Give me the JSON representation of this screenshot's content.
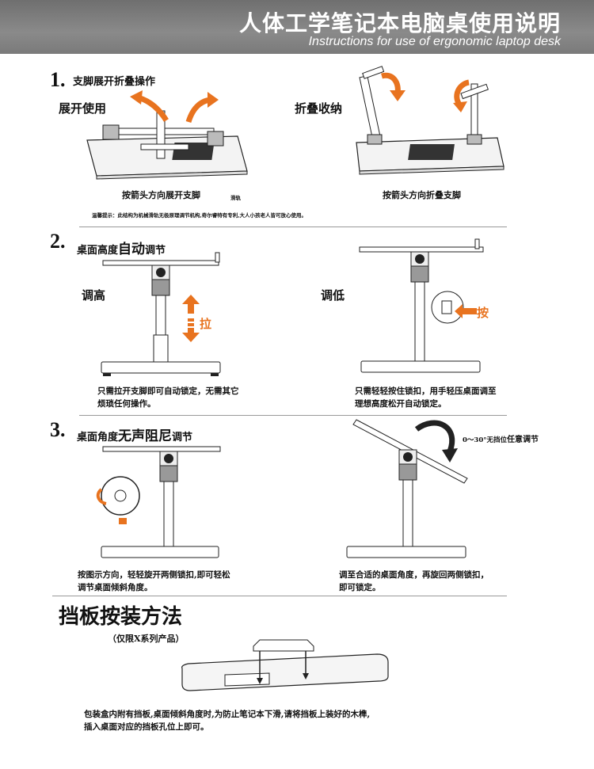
{
  "header": {
    "title_cn": "人体工学笔记本电脑桌使用说明",
    "title_en": "Instructions for use of ergonomic laptop desk"
  },
  "section1": {
    "number": "1.",
    "title": "支脚展开折叠操作",
    "left_label": "展开使用",
    "right_label": "折叠收纳",
    "left_caption": "按箭头方向展开支脚",
    "rail_label": "滑轨",
    "right_caption": "按箭头方向折叠支脚",
    "tip": "温馨提示：此结构为机械滑轨无极原理调节机构,奇尔睿特有专利,大人小孩老人皆可放心使用。"
  },
  "section2": {
    "number": "2.",
    "title_prefix": "桌面高度",
    "title_emph": "自动",
    "title_suffix": "调节",
    "left_label": "调高",
    "pull_label": "拉",
    "right_label": "调低",
    "press_label": "按",
    "left_text": [
      "只需拉开支脚即可自动锁定，无需其它",
      "烦琐任何操作。"
    ],
    "right_text": [
      "只需轻轻按住锁扣，用手轻压桌面调至",
      "理想高度松开自动锁定。"
    ]
  },
  "section3": {
    "number": "3.",
    "title_prefix": "桌面角度",
    "title_emph": "无声阻尼",
    "title_suffix": "调节",
    "angle_note_prefix": "0～30°无挡位",
    "angle_note_emph": "任意调节",
    "left_text": [
      "按图示方向，轻轻旋开两侧锁扣,即可轻松",
      "调节桌面倾斜角度。"
    ],
    "right_text": [
      "调至合适的桌面角度，再旋回两侧锁扣，",
      "即可锁定。"
    ]
  },
  "baffle": {
    "title": "挡板按装方法",
    "subtitle": "（仅限X系列产品）",
    "text": [
      "包装盒内附有挡板,桌面倾斜角度时,为防止笔记本下滑,请将挡板上装好的木榫,",
      "插入桌面对应的挡板孔位上即可。"
    ]
  },
  "colors": {
    "header_bg": "#7a7a7a",
    "accent": "#e8731f",
    "line": "#222222"
  }
}
